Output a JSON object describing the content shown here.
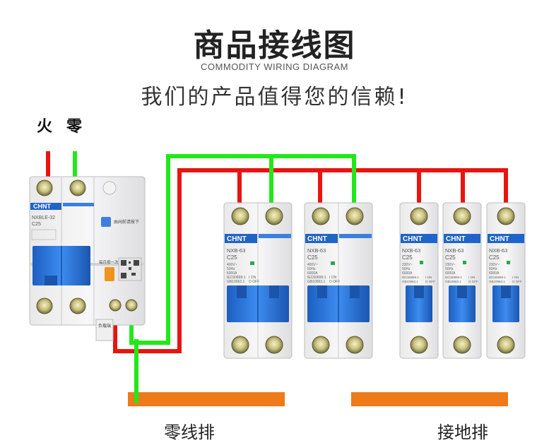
{
  "header": {
    "title": "商品接线图",
    "subtitle": "COMMODITY WIRING DIAGRAM",
    "slogan": "我们的产品值得您的信赖!"
  },
  "inputs": {
    "live_label": "火",
    "neutral_label": "零"
  },
  "main_breaker": {
    "brand": "CHNT",
    "model": "NXBLE-32",
    "rating": "C25",
    "note": "由闲前请按下",
    "test_note": "每月按一次",
    "side_tag": "负载端"
  },
  "double_breakers": [
    {
      "brand": "CHNT",
      "model": "NXB-63",
      "rating": "C25",
      "spec1": "400V~",
      "spec2": "50Hz",
      "spec3": "6000A",
      "std1": "IEC60898-1",
      "std2": "GB10963.1",
      "on": "I ON",
      "off": "O OFF"
    },
    {
      "brand": "CHNT",
      "model": "NXB-63",
      "rating": "C25",
      "spec1": "400V~",
      "spec2": "50Hz",
      "spec3": "6000A",
      "std1": "IEC60898-1",
      "std2": "GB10963.1",
      "on": "I ON",
      "off": "O OFF"
    }
  ],
  "single_breakers": [
    {
      "brand": "CHNT",
      "model": "NXB-63",
      "rating": "C25",
      "spec1": "230V~",
      "spec2": "50Hz",
      "spec3": "6000A",
      "std1": "IEC60898-1",
      "std2": "GB10963.1",
      "on": "I ON",
      "off": "O OFF"
    },
    {
      "brand": "CHNT",
      "model": "NXB-63",
      "rating": "C25",
      "spec1": "230V~",
      "spec2": "50Hz",
      "spec3": "6000A",
      "std1": "IEC60898-1",
      "std2": "GB10963.1",
      "on": "I ON",
      "off": "O OFF"
    },
    {
      "brand": "CHNT",
      "model": "NXB-63",
      "rating": "C25",
      "spec1": "230V~",
      "spec2": "50Hz",
      "spec3": "6000A",
      "std1": "IEC60898-1",
      "std2": "GB10963.1",
      "on": "I ON",
      "off": "O OFF"
    }
  ],
  "busbars": {
    "neutral_label": "零线排",
    "ground_label": "接地排"
  },
  "colors": {
    "live_wire": "#e8140f",
    "neutral_wire": "#22e81a",
    "busbar": "#ef7a1a",
    "handle": "#2f78d8",
    "brand_bg": "#1f64c8"
  }
}
